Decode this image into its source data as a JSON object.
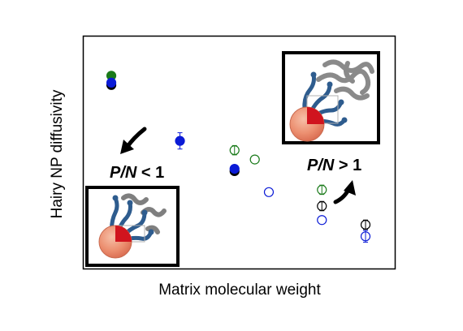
{
  "chart_data": {
    "type": "scatter",
    "xlabel": "Matrix molecular weight",
    "ylabel": "Hairy NP diffusivity",
    "grid": false,
    "legend": "none",
    "annotations": {
      "left": "P/N < 1",
      "right": "P/N > 1",
      "left_italic": "P/N",
      "left_op": " < 1",
      "right_italic": "P/N",
      "right_op": " > 1"
    },
    "series": [
      {
        "color": "#1a7a1a",
        "filled": true,
        "x": [
          0.09
        ],
        "y": [
          0.83
        ]
      },
      {
        "color": "#000000",
        "filled": true,
        "x": [
          0.09,
          0.485
        ],
        "y": [
          0.79,
          0.42
        ]
      },
      {
        "color": "#0b1bd6",
        "filled": true,
        "x": [
          0.09,
          0.31,
          0.485
        ],
        "y": [
          0.8,
          0.55,
          0.43
        ]
      },
      {
        "color": "#1a7a1a",
        "filled": false,
        "x": [
          0.485,
          0.55,
          0.765
        ],
        "y": [
          0.51,
          0.47,
          0.34
        ]
      },
      {
        "color": "#000000",
        "filled": false,
        "x": [
          0.765,
          0.905
        ],
        "y": [
          0.27,
          0.19
        ]
      },
      {
        "color": "#0b1bd6",
        "filled": false,
        "x": [
          0.595,
          0.765,
          0.905
        ],
        "y": [
          0.33,
          0.21,
          0.14
        ]
      }
    ],
    "error_bars": [
      {
        "x": 0.31,
        "y": 0.55,
        "dy": 0.035,
        "color": "#0b1bd6"
      },
      {
        "x": 0.485,
        "y": 0.51,
        "dy": 0.02,
        "color": "#1a7a1a"
      },
      {
        "x": 0.765,
        "y": 0.34,
        "dy": 0.02,
        "color": "#1a7a1a"
      },
      {
        "x": 0.765,
        "y": 0.27,
        "dy": 0.02,
        "color": "#000000"
      },
      {
        "x": 0.905,
        "y": 0.19,
        "dy": 0.02,
        "color": "#000000"
      },
      {
        "x": 0.905,
        "y": 0.14,
        "dy": 0.025,
        "color": "#0b1bd6"
      }
    ],
    "xlim": [
      0,
      1
    ],
    "ylim": [
      0,
      1
    ]
  }
}
